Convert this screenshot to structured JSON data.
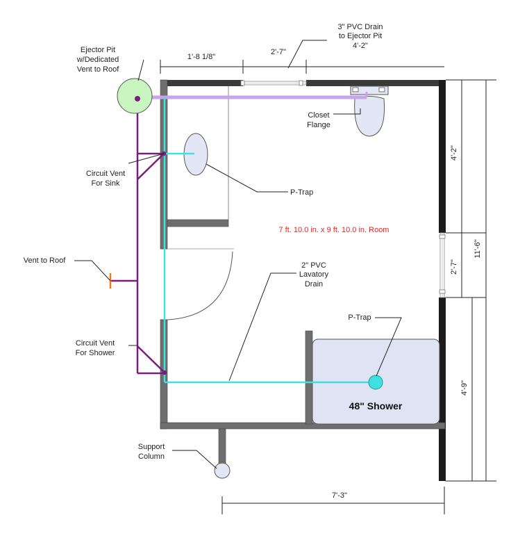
{
  "colors": {
    "wall_dark": "#333333",
    "wall_gray": "#6e6e6e",
    "vent_purple": "#7a1e7e",
    "drain_cyan": "#3fe0e0",
    "drain_lilac": "#c9a3ee",
    "ejector_green": "#c8f5c0",
    "fixture_fill": "#e3e6f4",
    "shower_fill": "#dfe3f3",
    "room_label_red": "#e8231c",
    "vent_orange": "#f07a17"
  },
  "labels": {
    "ejector_pit": [
      "Ejector Pit",
      "w/Dedicated",
      "Vent to Roof"
    ],
    "pvc_drain_top": [
      "3\" PVC Drain",
      "to Ejector Pit",
      "4'-2\""
    ],
    "closet_flange": [
      "Closet",
      "Flange"
    ],
    "circuit_vent_sink": [
      "Circuit Vent",
      "For Sink"
    ],
    "p_trap_sink": "P-Trap",
    "room_size": "7 ft. 10.0 in. x 9 ft. 10.0 in.  Room",
    "vent_to_roof": "Vent to Roof",
    "lavatory_drain": [
      "2\" PVC",
      "Lavatory",
      "Drain"
    ],
    "p_trap_shower": "P-Trap",
    "circuit_vent_shower": [
      "Circuit Vent",
      "For Shower"
    ],
    "shower": "48\" Shower",
    "support_column": [
      "Support",
      "Column"
    ]
  },
  "dimensions": {
    "top_left": "1'-8 1/8\"",
    "top_window": "2'-7\"",
    "right_upper": "4'-2\"",
    "right_window": "2'-7\"",
    "right_overall": "11'-6\"",
    "right_lower": "4'-9\"",
    "bottom": "7'-3\""
  }
}
